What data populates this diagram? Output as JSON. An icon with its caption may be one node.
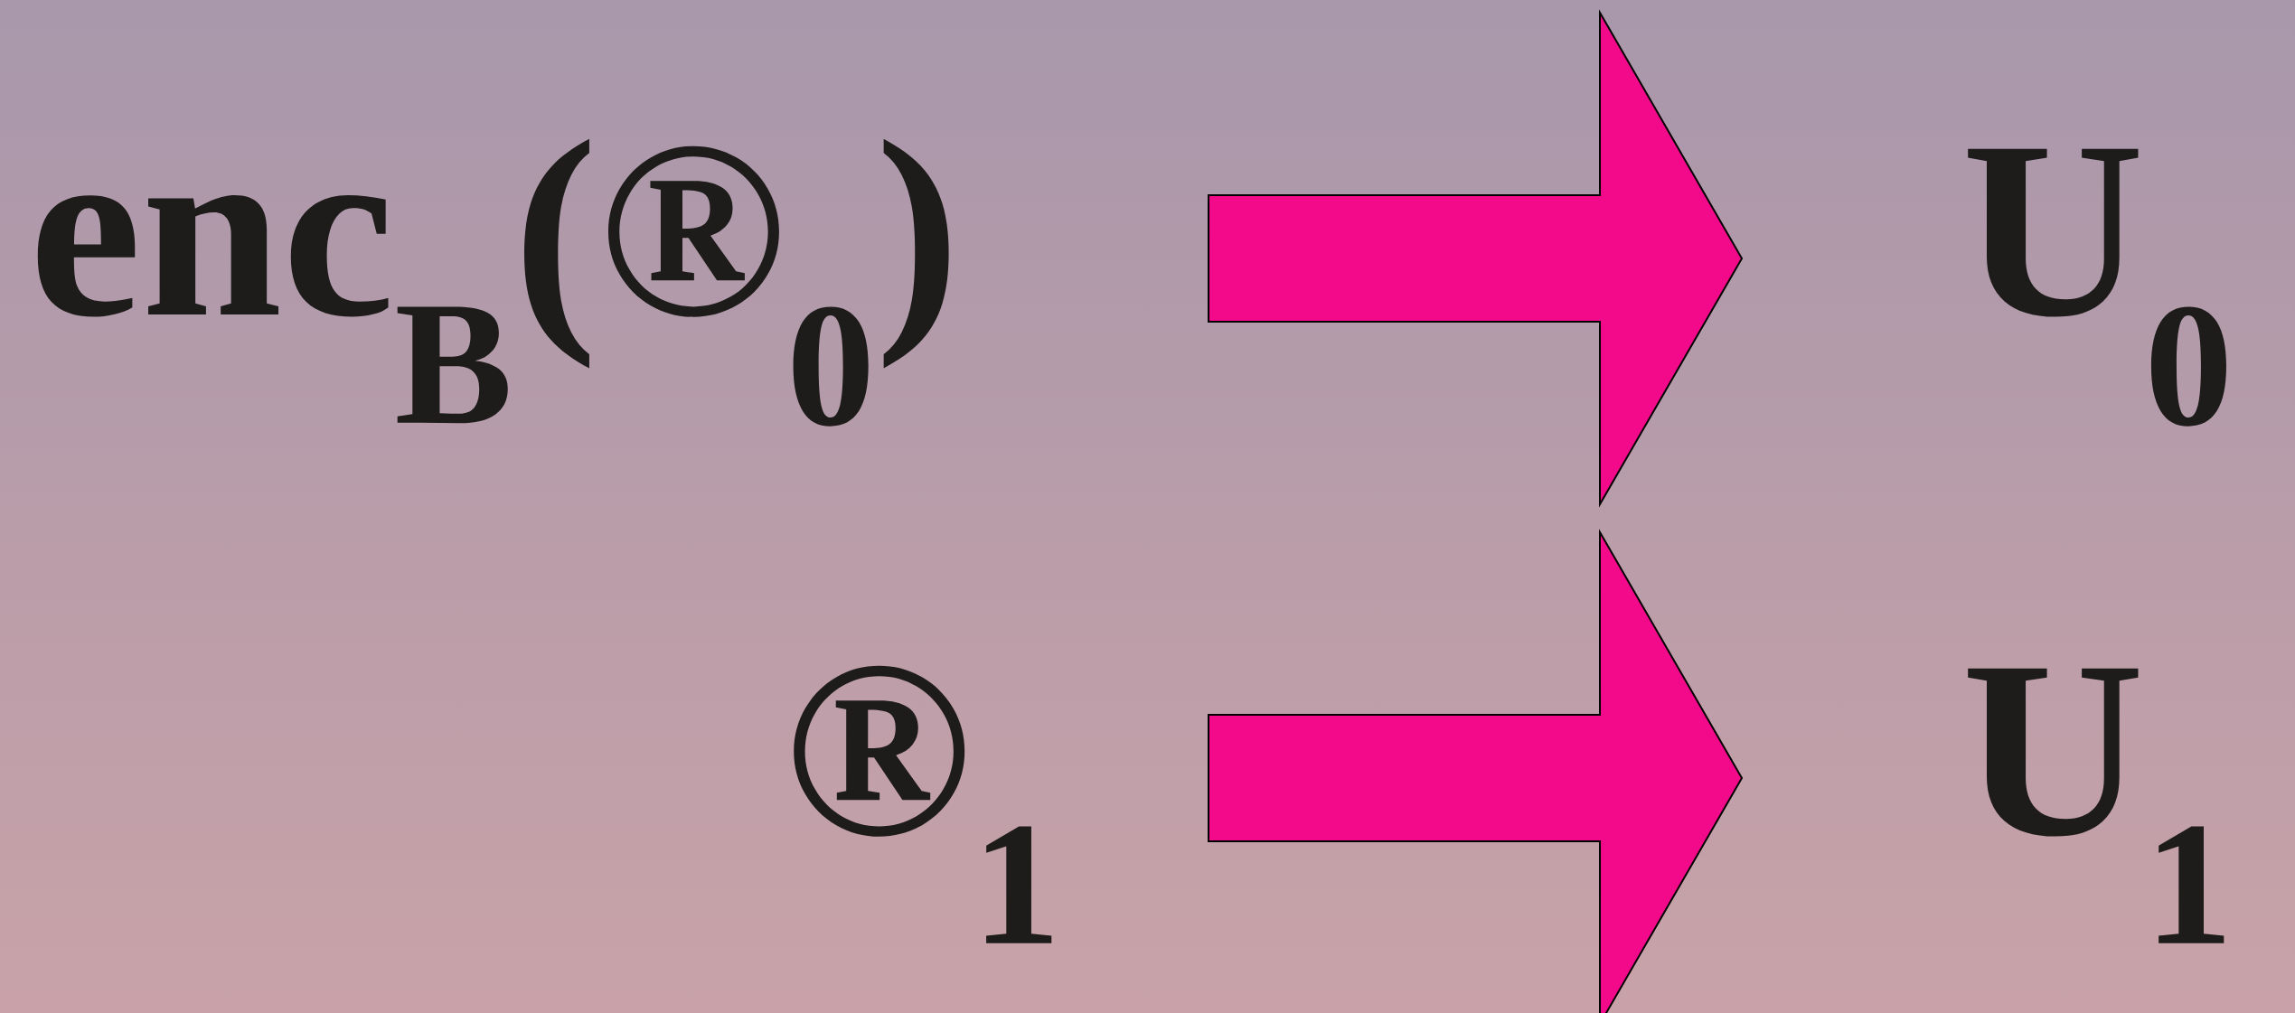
{
  "diagram": {
    "nodes": [
      {
        "text": [
          "enc$_{B}$(®$_{0}$)"
        ]
      },
      {
        "text": [
          "U$_{0}$"
        ]
      },
      {
        "text": [
          "®$_{1}$"
        ]
      },
      {
        "text": [
          "U$_{1}$"
        ]
      }
    ],
    "edges": [
      {
        "from": 0,
        "to": 1,
        "arrow": "to"
      },
      {
        "from": 2,
        "to": 3,
        "arrow": "to"
      }
    ]
  }
}
